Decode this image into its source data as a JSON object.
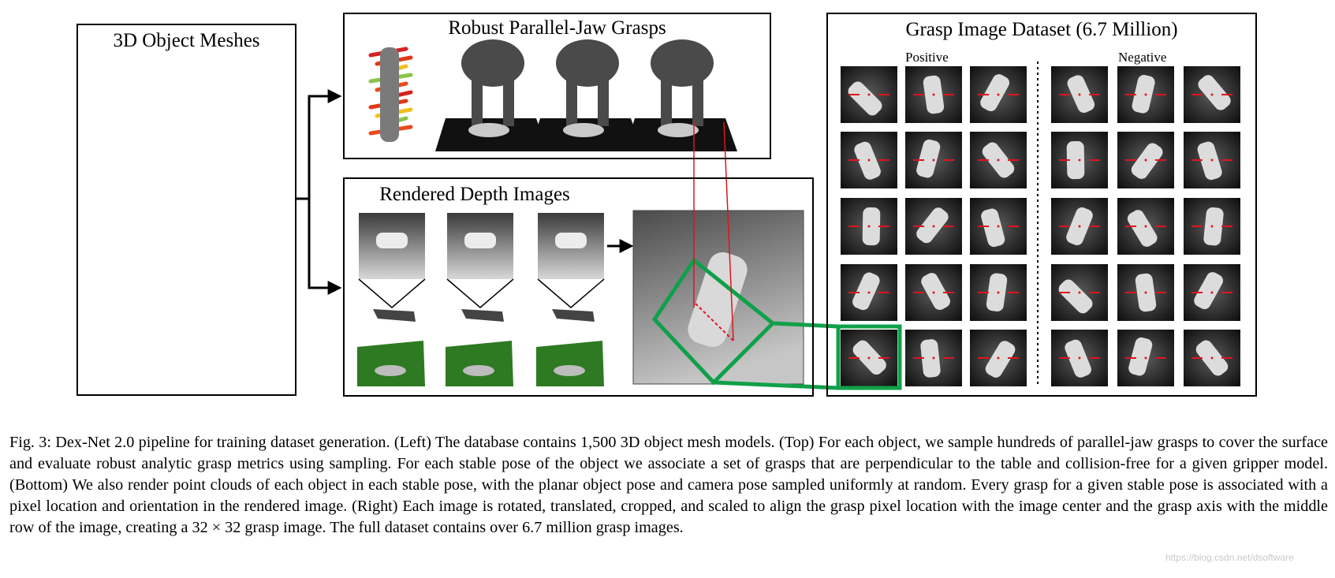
{
  "figure": {
    "panels": {
      "meshes_title": "3D Object Meshes",
      "grasps_title": "Robust Parallel-Jaw Grasps",
      "depth_title": "Rendered Depth Images",
      "dataset_title": "Grasp Image Dataset (6.7 Million)",
      "positive_label": "Positive",
      "negative_label": "Negative"
    },
    "colors": {
      "accent_green": "#10a04a",
      "grasp_red": "#e0141c",
      "table_green": "#2e7a22"
    },
    "icons": [
      "object-mesh-icon",
      "gripper-icon",
      "depth-image-icon",
      "arrow-icon"
    ]
  },
  "caption": {
    "text": "Fig. 3: Dex-Net 2.0 pipeline for training dataset generation. (Left) The database contains 1,500 3D object mesh models. (Top) For each object, we sample hundreds of parallel-jaw grasps to cover the surface and evaluate robust analytic grasp metrics using sampling. For each stable pose of the object we associate a set of grasps that are perpendicular to the table and collision-free for a given gripper model. (Bottom) We also render point clouds of each object in each stable pose, with the planar object pose and camera pose sampled uniformly at random. Every grasp for a given stable pose is associated with a pixel location and orientation in the rendered image. (Right) Each image is rotated, translated, cropped, and scaled to align the grasp pixel location with the image center and the grasp axis with the middle row of the image, creating a 32 × 32 grasp image. The full dataset contains over 6.7 million grasp images."
  },
  "watermark": "https://blog.csdn.net/dsoftware"
}
